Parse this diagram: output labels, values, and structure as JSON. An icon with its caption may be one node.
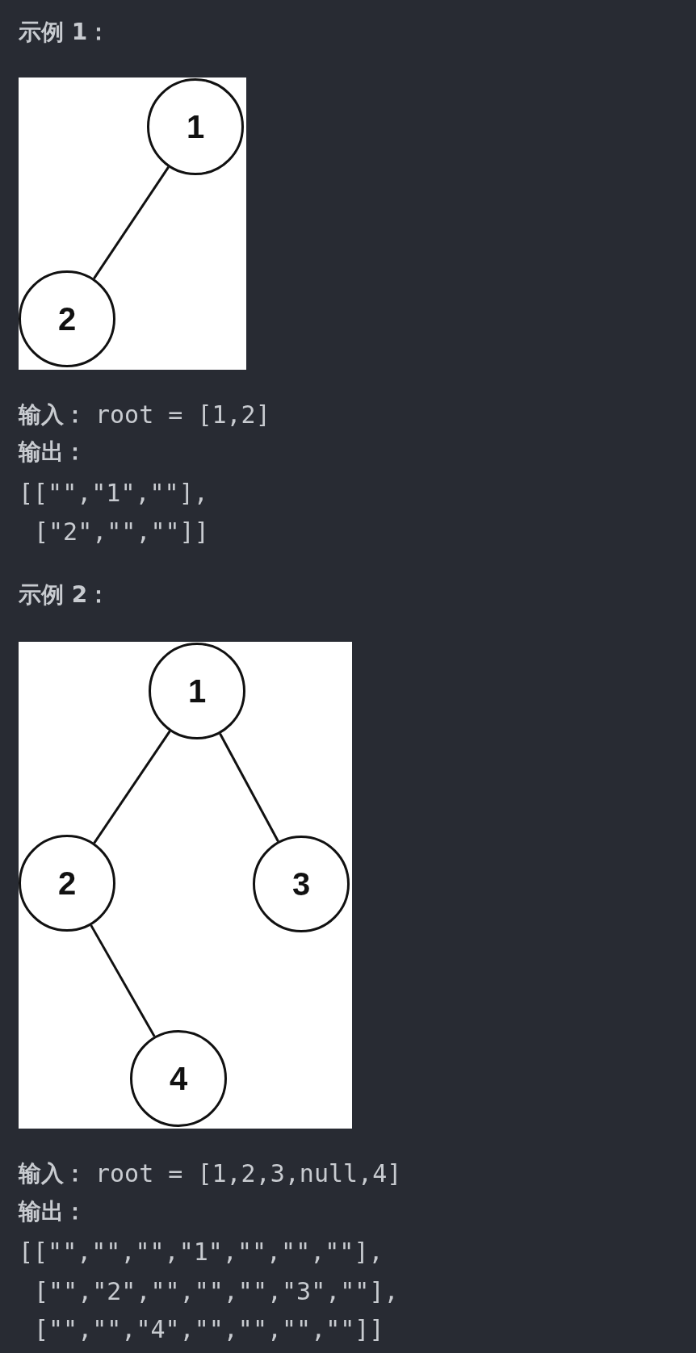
{
  "diagram": {
    "nodes": [
      {
        "text": [
          "1"
        ]
      },
      {
        "text": [
          "2"
        ]
      },
      {
        "text": [
          "1"
        ]
      },
      {
        "text": [
          "2"
        ]
      },
      {
        "text": [
          "3"
        ]
      },
      {
        "text": [
          "4"
        ]
      }
    ],
    "edges": [
      {
        "from": 0,
        "to": 1,
        "arrow": "none"
      },
      {
        "from": 2,
        "to": 3,
        "arrow": "none"
      },
      {
        "from": 2,
        "to": 4,
        "arrow": "none"
      },
      {
        "from": 3,
        "to": 5,
        "arrow": "none"
      }
    ],
    "labels": [
      "示例 1：",
      "输入：",
      "root = [1,2]",
      "输出：",
      "[[\"\",\"1\",\"\"],",
      "[\"2\",\"\",\"\"]]",
      "示例 2：",
      "输入：",
      "root = [1,2,3,null,4]",
      "输出：",
      "[[\"\",\"\",\"\",\"1\",\"\",\"\",\"\"],",
      "[\"\",\"2\",\"\",\"\",\"\",\"3\",\"\"],",
      "[\"\",\"\",\"4\",\"\",\"\",\"\",\"\"]]"
    ]
  }
}
